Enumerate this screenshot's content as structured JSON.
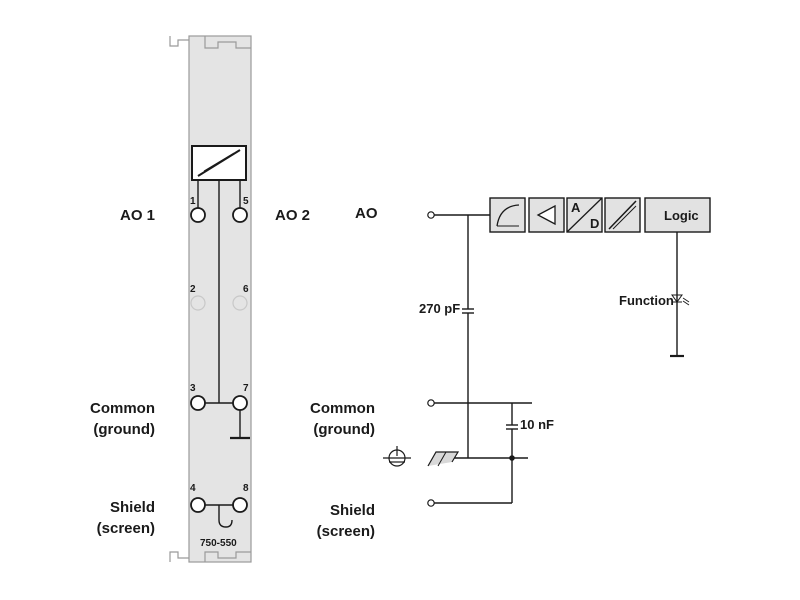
{
  "module": {
    "part_number": "750-550",
    "left_labels": {
      "ao1": "AO 1",
      "common_line1": "Common",
      "common_line2": "(ground)",
      "shield_line1": "Shield",
      "shield_line2": "(screen)"
    },
    "right_label_ao2": "AO 2",
    "terminals": {
      "t1": "1",
      "t2": "2",
      "t3": "3",
      "t4": "4",
      "t5": "5",
      "t6": "6",
      "t7": "7",
      "t8": "8"
    }
  },
  "schematic": {
    "ao_label": "AO",
    "common_line1": "Common",
    "common_line2": "(ground)",
    "shield_line1": "Shield",
    "shield_line2": "(screen)",
    "cap1": "270 pF",
    "cap2": "10 nF",
    "adc_a": "A",
    "adc_d": "D",
    "logic": "Logic",
    "function": "Function"
  }
}
